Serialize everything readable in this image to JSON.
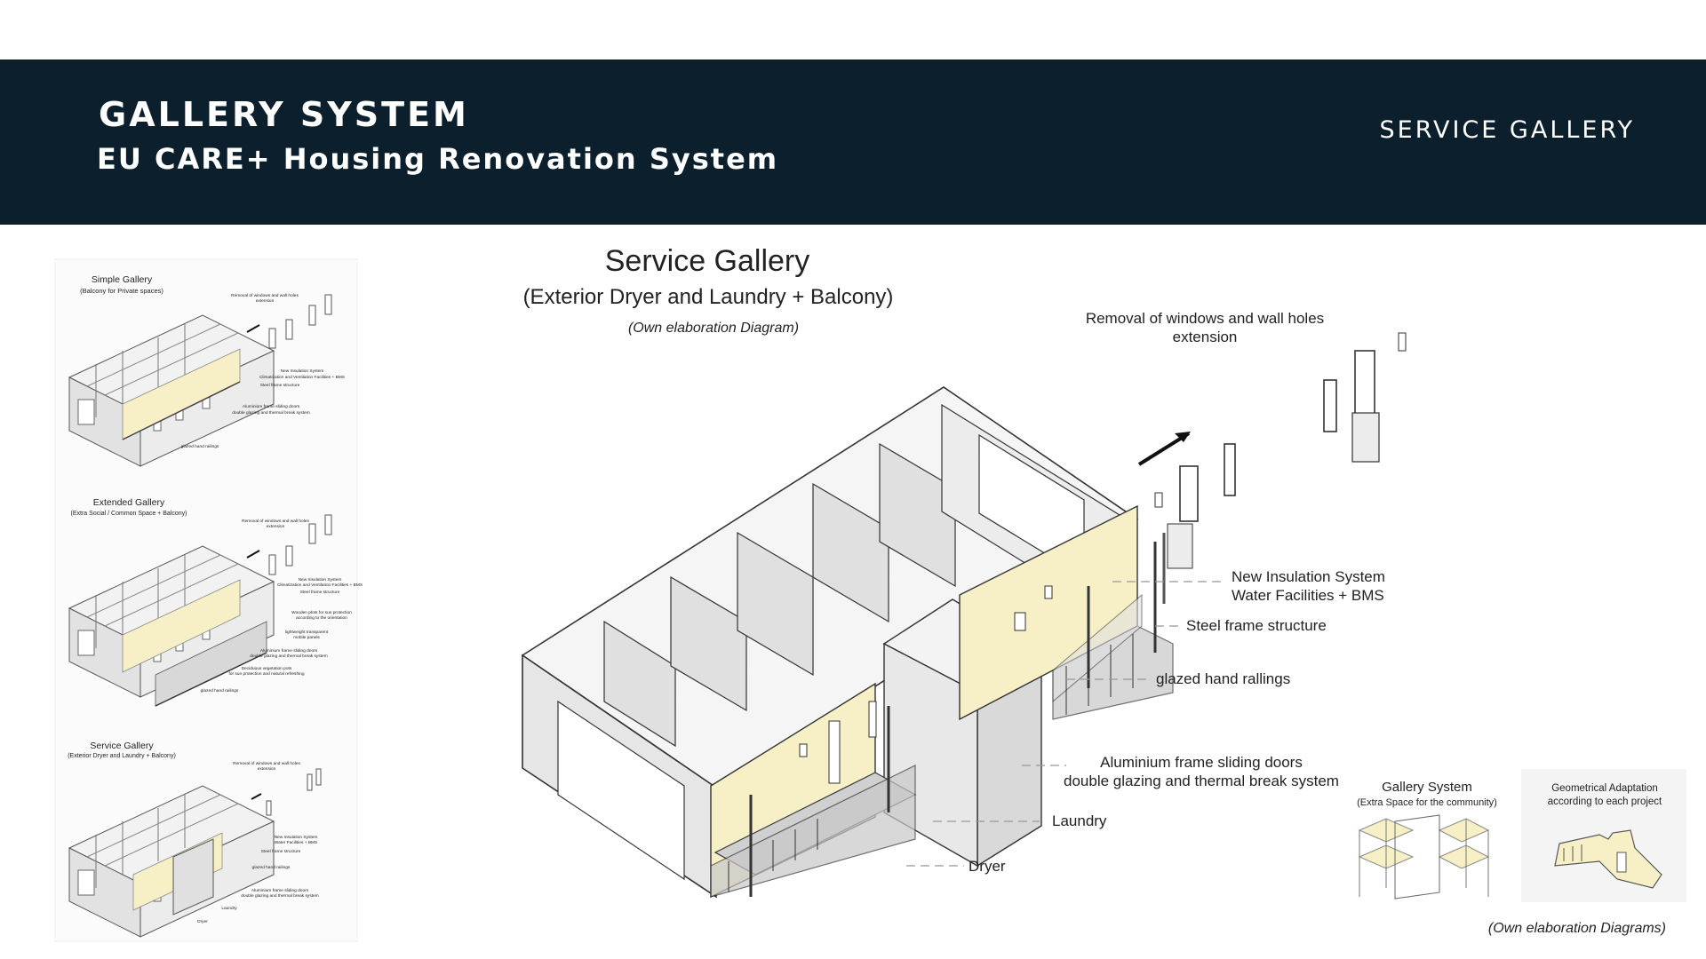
{
  "header": {
    "title": "GALLERY SYSTEM",
    "subtitle": "EU CARE+ Housing Renovation System",
    "section": "SERVICE GALLERY"
  },
  "thumbnails": [
    {
      "title": "Simple Gallery",
      "subtitle": "(Balcony for Private spaces)",
      "labels": [
        "Removal of windows and wall holes",
        "extension",
        "New Insulation System",
        "Climatization and Ventilation Facilities + BMS",
        "Steel frame structure",
        "Aluminium frame sliding doors",
        "double glazing and thermal break system",
        "glazed hand railings"
      ]
    },
    {
      "title": "Extended Gallery",
      "subtitle": "(Extra Social / Common Space + Balcony)",
      "labels": [
        "Removal of windows and wall holes",
        "extension",
        "New Insulation System",
        "Climatization and Ventilation Facilities + BMS",
        "Steel frame structure",
        "Wooden plots for sun protection",
        "according to the orientation",
        "lightweight transparent",
        "mobile panels",
        "Aluminium frame sliding doors",
        "double glazing and thermal break system",
        "Deciduous vegetation pots",
        "for sun protection and natural refreshing",
        "glazed hand railings"
      ]
    },
    {
      "title": "Service Gallery",
      "subtitle": "(Exterior Dryer and Laundry + Balcony)",
      "labels": [
        "Removal of windows and wall holes",
        "extension",
        "New Insulation System",
        "Water Facilities + BMS",
        "Steel frame structure",
        "glazed hand railings",
        "Aluminium frame sliding doors",
        "double glazing and thermal break system",
        "Laundry",
        "Dryer"
      ]
    }
  ],
  "main": {
    "title": "Service Gallery",
    "subtitle": "(Exterior Dryer and Laundry + Balcony)",
    "credit": "(Own elaboration Diagram)",
    "removal_label_1": "Removal of windows and wall holes",
    "removal_label_2": "extension",
    "insulation_label_1": "New Insulation System",
    "insulation_label_2": "Water Facilities + BMS",
    "steel_label": "Steel frame structure",
    "railing_label": "glazed hand rallings",
    "doors_label_1": "Aluminium frame sliding doors",
    "doors_label_2": "double glazing and thermal break system",
    "laundry_label": "Laundry",
    "dryer_label": "Dryer"
  },
  "insets": {
    "gallery_title": "Gallery System",
    "gallery_subtitle": "(Extra Space for the community)",
    "adapt_title_1": "Geometrical Adaptation",
    "adapt_title_2": "according to each project",
    "credit": "(Own elaboration Diagrams)"
  },
  "colors": {
    "banner": "#0b1f2c",
    "insulation": "#f7f0c6",
    "wall": "#e4e4e4",
    "line": "#2a2a2a"
  }
}
